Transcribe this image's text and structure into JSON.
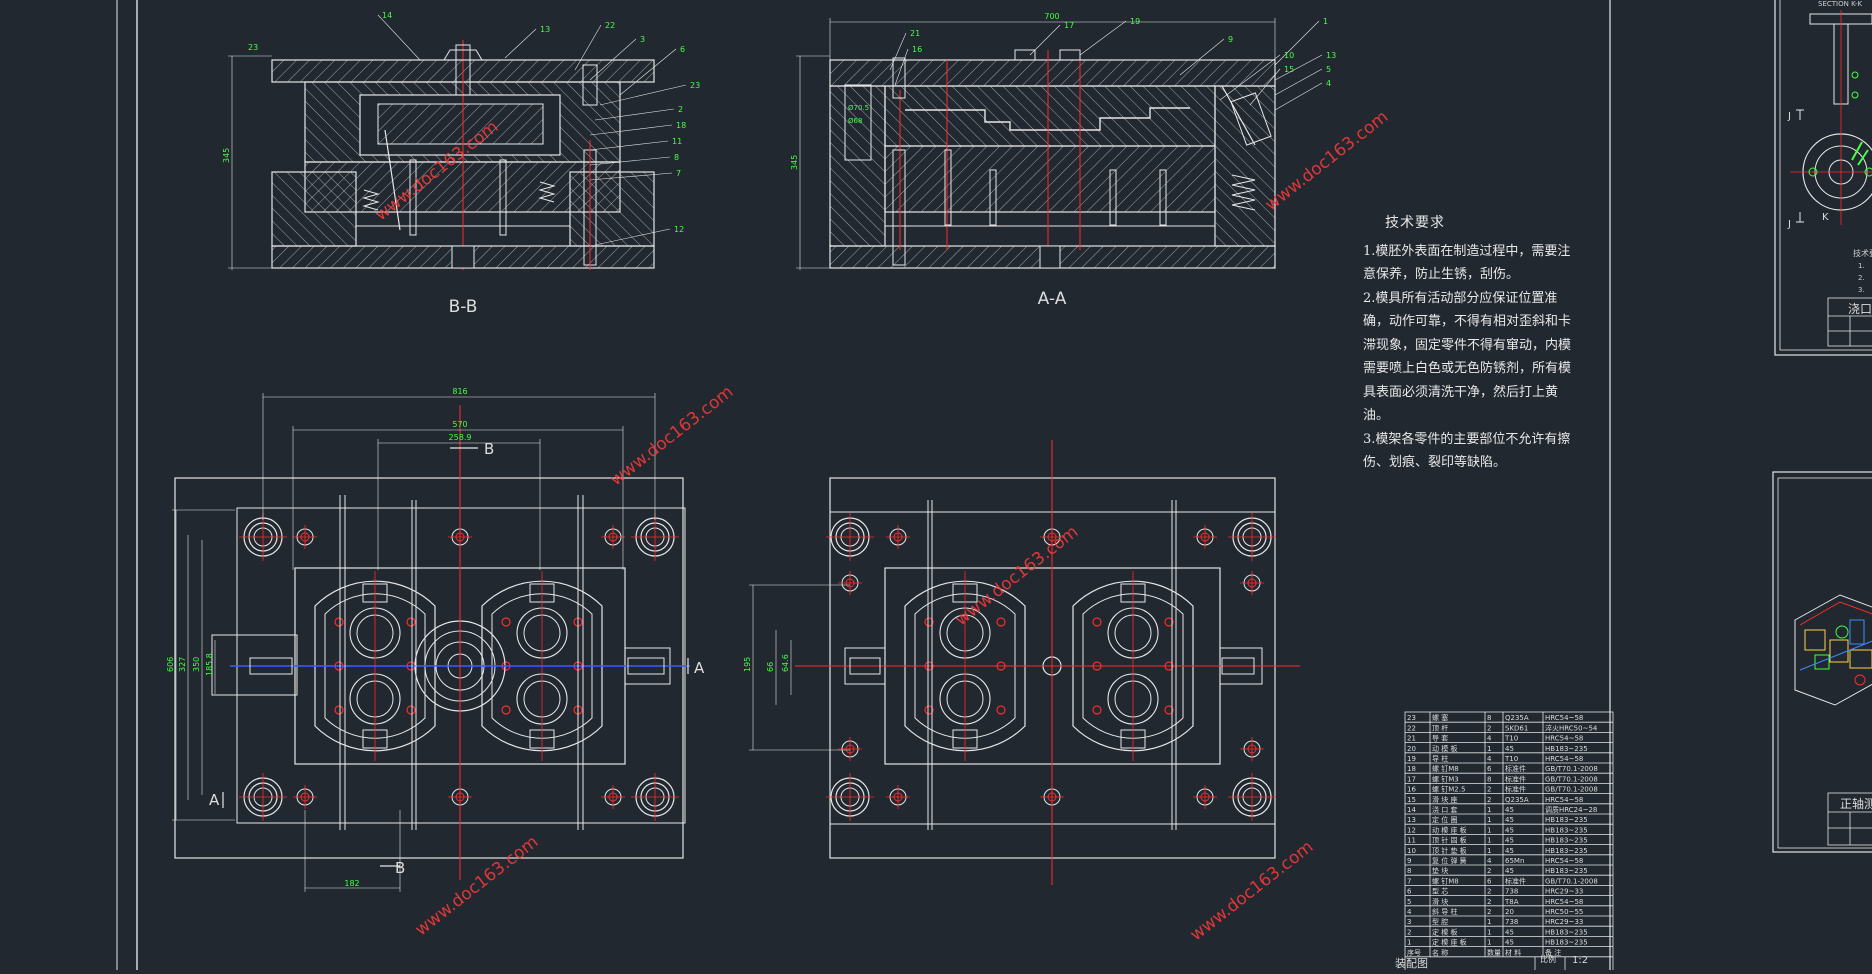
{
  "views": {
    "bb": {
      "label": "B-B",
      "dims": {
        "height": "345"
      }
    },
    "aa": {
      "label": "A-A",
      "dims": {
        "top_width": "700",
        "height": "345",
        "d1": "Ø70.5",
        "d2": "Ø68"
      }
    },
    "plan_left": {
      "dims": {
        "w1": "816",
        "w2": "570",
        "w3": "258.9",
        "bottom": "182",
        "h1": "606",
        "h2": "327",
        "h3": "350",
        "h4": "185.8"
      },
      "section_marks": {
        "top": "B",
        "bottom": "B",
        "right": "A",
        "left": "A"
      }
    },
    "plan_right": {
      "dims": {
        "h1": "195",
        "h2": "66",
        "h3": "64.6"
      }
    }
  },
  "bb_part_numbers": [
    "14",
    "13",
    "22",
    "3",
    "6",
    "23",
    "2",
    "18",
    "11",
    "8",
    "7",
    "12"
  ],
  "aa_part_numbers": [
    "21",
    "16",
    "17",
    "19",
    "1",
    "9",
    "10",
    "13",
    "5",
    "4",
    "15"
  ],
  "tech_requirements": {
    "title": "技术要求",
    "items": [
      "1.模胚外表面在制造过程中，需要注意保养，防止生锈，刮伤。",
      "2.模具所有活动部分应保证位置准确，动作可靠，不得有相对歪斜和卡滞现象，固定零件不得有窜动，内模需要喷上白色或无色防锈剂，所有模具表面必须清洗干净，然后打上黄油。",
      "3.模架各零件的主要部位不允许有擦伤、划痕、裂印等缺陷。"
    ]
  },
  "bom": {
    "rows": [
      [
        "23",
        "螺  塞",
        "8",
        "Q235A",
        "HRC54~58"
      ],
      [
        "22",
        "顶  杆",
        "2",
        "SKD61",
        "淬火HRC50~54"
      ],
      [
        "21",
        "导  套",
        "4",
        "T10",
        "HRC54~58"
      ],
      [
        "20",
        "动 模 板",
        "1",
        "45",
        "HB183~235"
      ],
      [
        "19",
        "导  柱",
        "4",
        "T10",
        "HRC54~58"
      ],
      [
        "18",
        "螺 钉M8",
        "6",
        "标准件",
        "GB/T70.1-2008"
      ],
      [
        "17",
        "螺 钉M3",
        "8",
        "标准件",
        "GB/T70.1-2008"
      ],
      [
        "16",
        "螺 钉M2.5",
        "2",
        "标准件",
        "GB/T70.1-2008"
      ],
      [
        "15",
        "滑 块 座",
        "2",
        "Q235A",
        "HRC54~58"
      ],
      [
        "14",
        "浇 口 套",
        "1",
        "45",
        "调质HRC24~28"
      ],
      [
        "13",
        "定 位 圈",
        "1",
        "45",
        "HB183~235"
      ],
      [
        "12",
        "动 模 座 板",
        "1",
        "45",
        "HB183~235"
      ],
      [
        "11",
        "顶 针 固 板",
        "1",
        "45",
        "HB183~235"
      ],
      [
        "10",
        "顶 针 垫 板",
        "1",
        "45",
        "HB183~235"
      ],
      [
        "9",
        "复 位 弹 簧",
        "4",
        "65Mn",
        "HRC54~58"
      ],
      [
        "8",
        "垫  块",
        "2",
        "45",
        "HB183~235"
      ],
      [
        "7",
        "螺 钉M8",
        "6",
        "标准件",
        "GB/T70.1-2008"
      ],
      [
        "6",
        "型  芯",
        "2",
        "738",
        "HRC29~33"
      ],
      [
        "5",
        "滑  块",
        "2",
        "T8A",
        "HRC54~58"
      ],
      [
        "4",
        "斜 导 柱",
        "2",
        "20",
        "HRC50~55"
      ],
      [
        "3",
        "型  腔",
        "1",
        "738",
        "HRC29~33"
      ],
      [
        "2",
        "定 模 板",
        "1",
        "45",
        "HB183~235"
      ],
      [
        "1",
        "定 模 座 板",
        "1",
        "45",
        "HB183~235"
      ]
    ],
    "header": [
      "序号",
      "名  称",
      "数量",
      "材  料",
      "备  注"
    ],
    "footer": {
      "title": "装配图",
      "scale_label": "比例",
      "scale": "1:2"
    }
  },
  "right_panel": {
    "top_label": "SECTION K-K",
    "tech_small": "技术要求",
    "items_small": [
      "1.",
      "2.",
      "3."
    ],
    "title_block_top": "浇口",
    "title_block_bottom": "正轴测",
    "cut_marks": [
      "J",
      "K",
      "J"
    ]
  },
  "watermark": "www.doc163.com",
  "colors": {
    "background": "#212830",
    "line": "#e6e6e6",
    "center": "#ff2a2a",
    "dim": "#44ff44",
    "hatch": "#c8c8c8"
  }
}
